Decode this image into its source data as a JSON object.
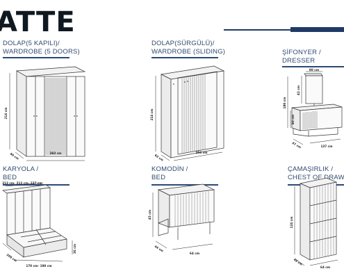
{
  "catalog": {
    "title": "ATTE"
  },
  "products": [
    {
      "line1": "DOLAP(5 KAPILI)/",
      "line2": "WARDROBE (5 DOORS)",
      "dims": {
        "height": "214 cm",
        "depth": "60 cm",
        "width": "260 cm"
      }
    },
    {
      "line1": "DOLAP(SÜRGÜLÜ)/",
      "line2": "WARDROBE (SLIDING)",
      "dims": {
        "height": "214 cm",
        "depth": "62 cm",
        "width": "256 cm"
      }
    },
    {
      "line1": "ŞİFONYER /",
      "line2": "DRESSER",
      "dims": {
        "mirror_width": "80 cm",
        "mirror_height": "42 cm",
        "total_height": "180 cm",
        "body_height": "80 cm",
        "depth": "47 cm",
        "width": "137 cm"
      }
    },
    {
      "line1": "KARYOLA /",
      "line2": "BED",
      "dims": {
        "head_widths": "213 cm- 213 cm- 237 cm",
        "height": "36 cm",
        "length": "208 cm",
        "width": "170 cm- 190 cm"
      }
    },
    {
      "line1": "KOMODİN /",
      "line2": "BED",
      "dims": {
        "height": "45 cm",
        "depth": "44 cm",
        "width": "64 cm"
      }
    },
    {
      "line1": "ÇAMAŞIRLIK /",
      "line2": "CHEST OF DRAWERS",
      "dims": {
        "height": "124 cm",
        "depth": "48 cm",
        "width": "64 cm"
      }
    }
  ]
}
